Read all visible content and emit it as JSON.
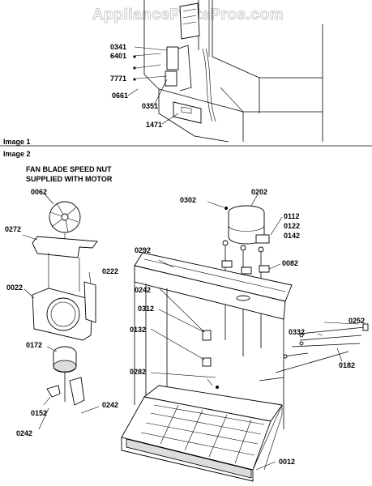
{
  "watermark": "AppliancePartsPros.com",
  "sections": {
    "image1": "Image 1",
    "image2": "Image 2"
  },
  "note": {
    "line1": "FAN BLADE SPEED NUT",
    "line2": "SUPPLIED WITH MOTOR"
  },
  "labels": {
    "p0341": "0341",
    "p6401": "6401",
    "p7771": "7771",
    "p0661": "0661",
    "p0351": "0351",
    "p1471": "1471",
    "p0062": "0062",
    "p0272": "0272",
    "p0022": "0022",
    "p0222": "0222",
    "p0172": "0172",
    "p0152": "0152",
    "p0242a": "0242",
    "p0242b": "0242",
    "p0242c": "0242",
    "p0302": "0302",
    "p0202": "0202",
    "p0112": "0112",
    "p0122": "0122",
    "p0142": "0142",
    "p0292": "0292",
    "p0082": "0082",
    "p0312": "0312",
    "p0132": "0132",
    "p0282": "0282",
    "p0332": "0332",
    "p0252": "0252",
    "p0182": "0182",
    "p0012": "0012"
  }
}
